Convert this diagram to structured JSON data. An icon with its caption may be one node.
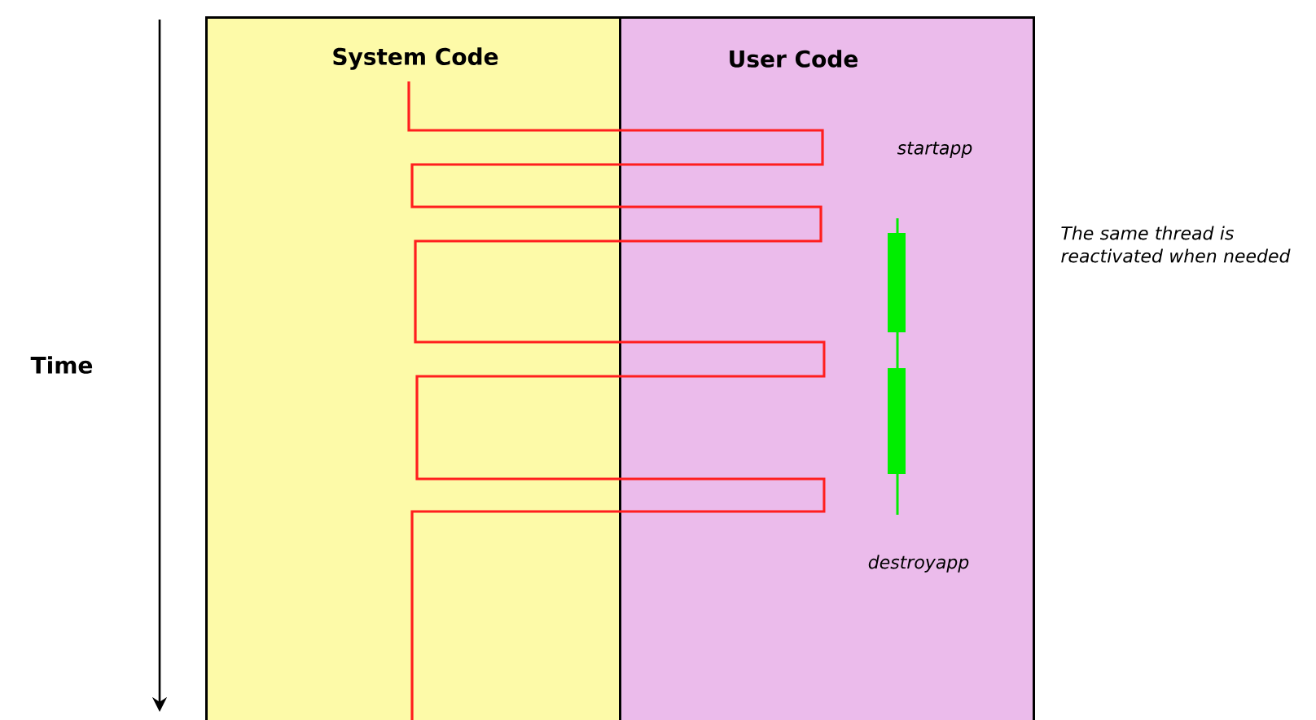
{
  "diagram": {
    "nodes": [
      {
        "text": [
          "System Code"
        ]
      },
      {
        "text": [
          "User Code"
        ]
      }
    ],
    "edges": [],
    "labels": [
      "Time",
      "startapp",
      "The same thread is reactivated when needed",
      "destroyapp"
    ]
  }
}
